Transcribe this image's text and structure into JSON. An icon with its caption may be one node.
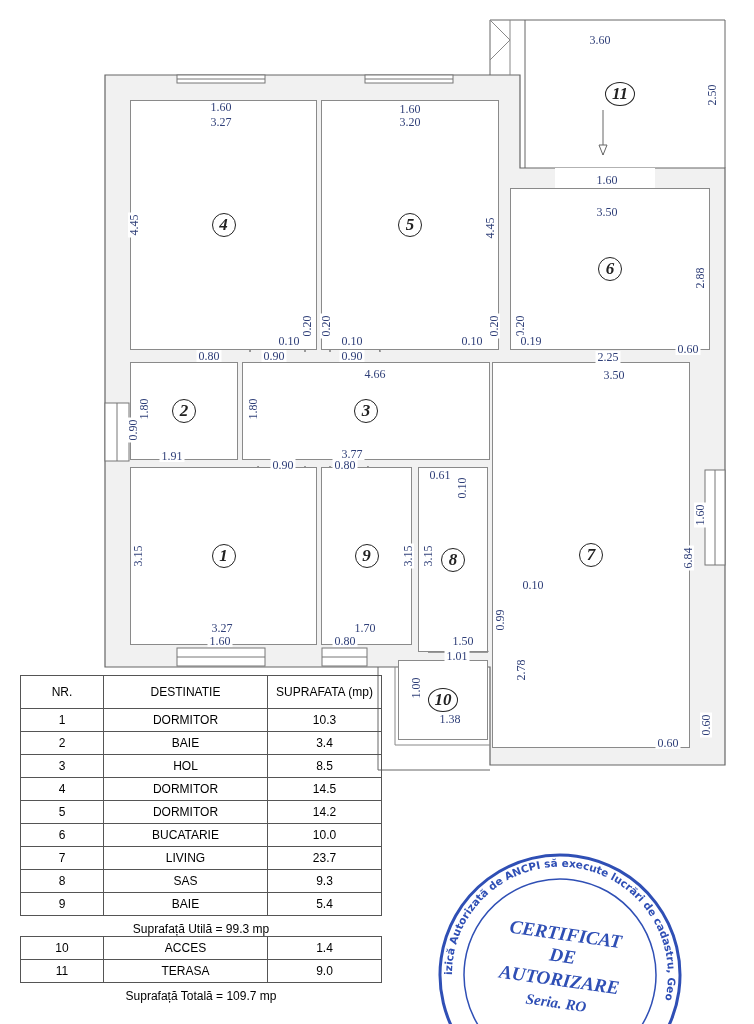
{
  "diagram": {
    "nodes": [
      {
        "text": [
          "11"
        ]
      },
      {
        "text": [
          "4"
        ]
      },
      {
        "text": [
          "5"
        ]
      },
      {
        "text": [
          "6"
        ]
      },
      {
        "text": [
          "2"
        ]
      },
      {
        "text": [
          "3"
        ]
      },
      {
        "text": [
          "1"
        ]
      },
      {
        "text": [
          "9"
        ]
      },
      {
        "text": [
          "8"
        ]
      },
      {
        "text": [
          "7"
        ]
      },
      {
        "text": [
          "10"
        ]
      }
    ],
    "edges": [],
    "labels": [
      "3.60",
      "2.50",
      "1.60",
      "1.60",
      "3.27",
      "3.20",
      "1.60",
      "3.50",
      "4.45",
      "4.45",
      "2.88",
      "0.20",
      "0.20",
      "0.20",
      "0.20",
      "0.10",
      "0.10",
      "0.10",
      "0.19",
      "0.60",
      "0.80",
      "0.90",
      "0.90",
      "2.25",
      "4.66",
      "3.50",
      "1.80",
      "1.80",
      "0.90",
      "1.91",
      "3.77",
      "0.90",
      "0.80",
      "0.61",
      "0.10",
      "1.60",
      "3.15",
      "3.15",
      "3.15",
      "6.84",
      "0.10",
      "0.99",
      "3.27",
      "1.70",
      "1.60",
      "0.80",
      "1.50",
      "1.01",
      "2.78",
      "1.00",
      "1.38",
      "0.60",
      "0.60",
      "NR.",
      "DESTINATIE",
      "SUPRAFATA (mp)",
      "1",
      "DORMITOR",
      "10.3",
      "2",
      "BAIE",
      "3.4",
      "3",
      "HOL",
      "8.5",
      "4",
      "DORMITOR",
      "14.5",
      "5",
      "DORMITOR",
      "14.2",
      "6",
      "BUCATARIE",
      "10.0",
      "7",
      "LIVING",
      "23.7",
      "8",
      "SAS",
      "9.3",
      "9",
      "BAIE",
      "5.4",
      "Suprafață Utilă = 99.3 mp",
      "10",
      "ACCES",
      "1.4",
      "11",
      "TERASA",
      "9.0",
      "Suprafață Totală = 109.7 mp",
      "izică Autorizată de ANCPI să execute lucrări de cadastru, Geo",
      "CERTIFICAT",
      "DE",
      "AUTORIZARE",
      "Seria. RO"
    ]
  }
}
